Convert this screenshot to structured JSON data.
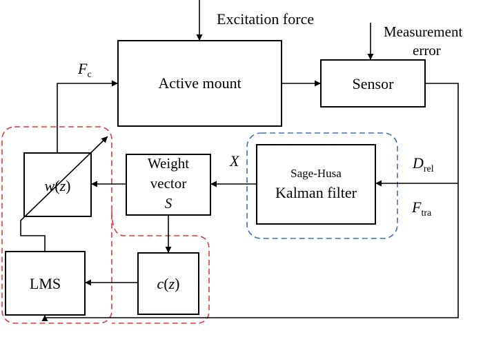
{
  "blocks": {
    "active_mount": "Active mount",
    "sensor": "Sensor",
    "weight_vector_line1": "Weight",
    "weight_vector_line2": "vector",
    "weight_vector_symbol": "S",
    "kalman_line1": "Sage-Husa",
    "kalman_line2": "Kalman filter",
    "w_block": {
      "main": "w",
      "open": "(",
      "arg": "z",
      "close": ")"
    },
    "c_block": {
      "main": "c",
      "open": "(",
      "arg": "z",
      "close": ")"
    },
    "lms": "LMS"
  },
  "signals": {
    "excitation_force": "Excitation force",
    "measurement_error_line1": "Measurement",
    "measurement_error_line2": "error",
    "fc_main": "F",
    "fc_sub": "c",
    "x_label": "X",
    "drel_main": "D",
    "drel_sub": "rel",
    "ftra_main": "F",
    "ftra_sub": "tra"
  },
  "colors": {
    "adaptive_region_outline": "#e0383c",
    "estimator_region_outline": "#3f6fb8"
  }
}
